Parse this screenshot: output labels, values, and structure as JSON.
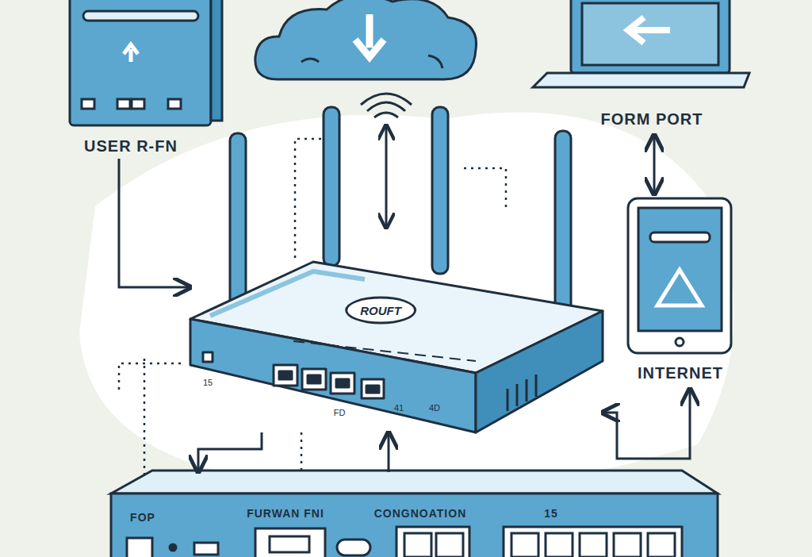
{
  "diagram": {
    "nodes": [
      {
        "text": [
          "USER R-FN"
        ]
      },
      {
        "text": [
          "FORM PORT"
        ]
      },
      {
        "text": [
          "INTERNET"
        ]
      },
      {
        "text": [
          "ROUFT"
        ]
      },
      {
        "text": [
          "FOP",
          "FURWAN FNI",
          "CONGNOATION",
          "15"
        ]
      }
    ],
    "edges": [
      {
        "from": 0,
        "to": 3,
        "arrow": "to"
      },
      {
        "from": 1,
        "to": 2,
        "arrow": "both"
      },
      {
        "from": 3,
        "to": 2,
        "arrow": "both"
      },
      {
        "from": 4,
        "to": 3,
        "arrow": "to"
      },
      {
        "from": 3,
        "to": 4,
        "arrow": "to"
      }
    ],
    "labels": [
      "15",
      "FD",
      "41",
      "4D"
    ]
  }
}
